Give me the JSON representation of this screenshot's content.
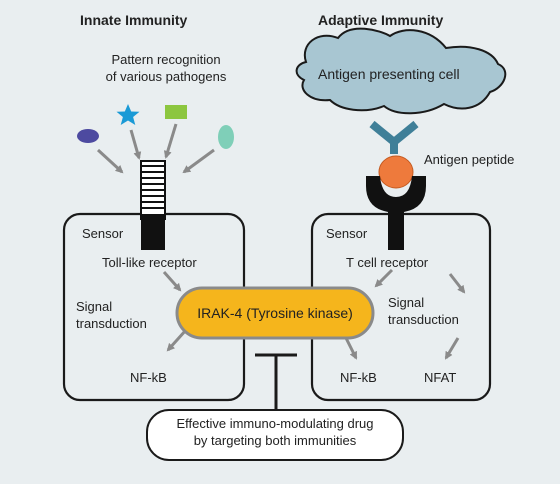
{
  "headings": {
    "innate": "Innate Immunity",
    "adaptive": "Adaptive Immunity"
  },
  "innate": {
    "pattern_line1": "Pattern recognition",
    "pattern_line2": "of various pathogens",
    "sensor": "Sensor",
    "receptor": "Toll-like receptor",
    "signal_line1": "Signal",
    "signal_line2": "transduction",
    "output": "NF-kB"
  },
  "adaptive": {
    "apc": "Antigen presenting cell",
    "peptide": "Antigen peptide",
    "sensor": "Sensor",
    "receptor": "T cell receptor",
    "signal_line1": "Signal",
    "signal_line2": "transduction",
    "output1": "NF-kB",
    "output2": "NFAT"
  },
  "center": {
    "kinase": "IRAK-4 (Tyrosine kinase)"
  },
  "drug": {
    "line1": "Effective immuno-modulating drug",
    "line2": "by targeting both immunities"
  },
  "colors": {
    "background": "#e9eef0",
    "kinase_fill": "#f5b51c",
    "kinase_stroke": "#8a8a8a",
    "apc_fill": "#a8c6d2",
    "mhc": "#3f7f98",
    "peptide": "#ee7a3c",
    "arrow": "#8a8a8a",
    "pathogen_oval": "#4d4aa0",
    "pathogen_star": "#1a9ad6",
    "pathogen_rect": "#8cc63f",
    "pathogen_oval2": "#7fcfb8"
  }
}
